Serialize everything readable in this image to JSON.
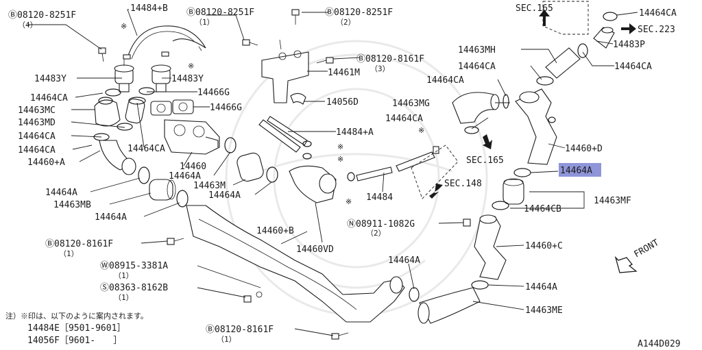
{
  "diagram_code": "A144D029",
  "highlight_color": "#8f95d8",
  "labels": {
    "b_8251f_tl": "Ⓑ08120-8251F",
    "b_8251f_tl_q": "（4）",
    "p_14484b": "14484+B",
    "b_8251f_m": "Ⓑ08120-8251F",
    "b_8251f_m_q": "（1）",
    "b_8251f_r": "Ⓑ08120-8251F",
    "b_8251f_r_q": "（2）",
    "b_8161f_top": "Ⓑ08120-8161F",
    "b_8161f_top_q": "（3）",
    "p_14461m": "14461M",
    "p_14483y_l": "14483Y",
    "p_14483y_r": "14483Y",
    "p_14466g_a": "14466G",
    "p_14466g_b": "14466G",
    "p_14464ca_l1": "14464CA",
    "p_14463mc": "14463MC",
    "p_14463md": "14463MD",
    "p_14464ca_l2": "14464CA",
    "p_14464ca_l3": "14464CA",
    "p_14464ca_mid": "14464CA",
    "p_14460a": "14460+A",
    "p_14460": "14460",
    "p_14464a_1": "14464A",
    "p_14463m": "14463M",
    "p_14464a_2": "14464A",
    "p_14464a_left": "14464A",
    "p_14463mb": "14463MB",
    "p_14464a_left2": "14464A",
    "p_14056d": "14056D",
    "p_14484a": "14484+A",
    "p_14484": "14484",
    "p_14460b": "14460+B",
    "p_14460vd": "14460VD",
    "n_08911": "Ⓝ08911-1082G",
    "n_08911_q": "（2）",
    "b_8161f_mid": "Ⓑ08120-8161F",
    "b_8161f_mid_q": "（1）",
    "w_08915": "Ⓦ08915-3381A",
    "w_08915_q": "（1）",
    "s_08363": "Ⓢ08363-8162B",
    "s_08363_q": "（1）",
    "b_8161f_bot": "Ⓑ08120-8161F",
    "b_8161f_bot_q": "（1）",
    "sec165_top": "SEC.165",
    "p_14464ca_tr": "14464CA",
    "sec223": "SEC.223",
    "p_14463mh": "14463MH",
    "p_14483p": "14483P",
    "p_14464ca_r1": "14464CA",
    "p_14464ca_r2": "14464CA",
    "p_14464ca_r3": "14464CA",
    "p_14463mg": "14463MG",
    "p_14464ca_r4": "14464CA",
    "p_14460d": "14460+D",
    "sec165_mid": "SEC.165",
    "p_14464a_hl": "14464A",
    "sec148": "SEC.148",
    "p_14463mf": "14463MF",
    "p_14464cb": "14464CB",
    "p_14460c": "14460+C",
    "p_14464a_r": "14464A",
    "p_14464a_c": "14464A",
    "p_14463me": "14463ME",
    "front": "FRONT",
    "kome": "※"
  },
  "notes": {
    "line1": "注）※印は、以下のように案内されます。",
    "line2": "14484E［9501-9601］",
    "line3": "14056F［9601-　　］"
  }
}
